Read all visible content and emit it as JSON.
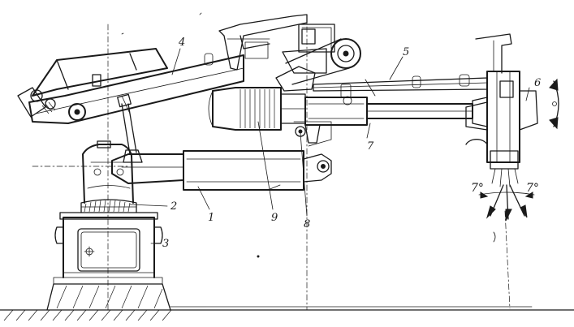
{
  "callouts": {
    "c1": "1",
    "c2": "2",
    "c3": "3",
    "c4": "4",
    "c5": "5",
    "c6": "6",
    "c7": "7",
    "c8": "8",
    "c9": "9"
  },
  "angles": {
    "left": "7°",
    "right": "7°"
  },
  "colors": {
    "ink": "#1a1a1a",
    "paper": "#ffffff"
  }
}
